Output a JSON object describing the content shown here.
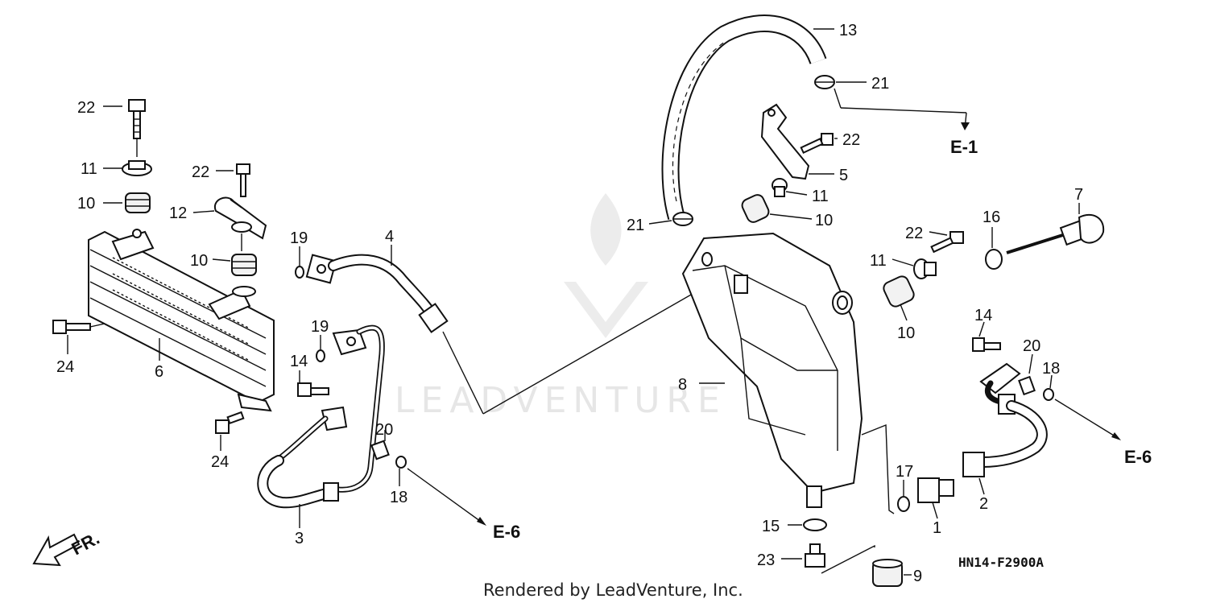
{
  "watermark": {
    "text": "LEADVENTURE"
  },
  "drawing_code": "HN14-F2900A",
  "footer": "Rendered by LeadVenture, Inc.",
  "direction": "FR.",
  "refs": {
    "e1": "E-1",
    "e6_left": "E-6",
    "e6_right": "E-6"
  },
  "callouts": {
    "c22a": "22",
    "c11a": "11",
    "c10a": "10",
    "c22b": "22",
    "c12": "12",
    "c10b": "10",
    "c24a": "24",
    "c6": "6",
    "c24b": "24",
    "c19a": "19",
    "c4": "4",
    "c19b": "19",
    "c14a": "14",
    "c20a": "20",
    "c18a": "18",
    "c3": "3",
    "c13": "13",
    "c21a": "21",
    "c22c": "22",
    "c5": "5",
    "c11b": "11",
    "c10c": "10",
    "c21b": "21",
    "c8": "8",
    "c22d": "22",
    "c11c": "11",
    "c10d": "10",
    "c16": "16",
    "c7": "7",
    "c14b": "14",
    "c20b": "20",
    "c18b": "18",
    "c17": "17",
    "c1": "1",
    "c2": "2",
    "c15": "15",
    "c23": "23",
    "c9": "9"
  },
  "colors": {
    "line": "#111111",
    "watermark": "#e6e6e6",
    "background": "#ffffff"
  }
}
